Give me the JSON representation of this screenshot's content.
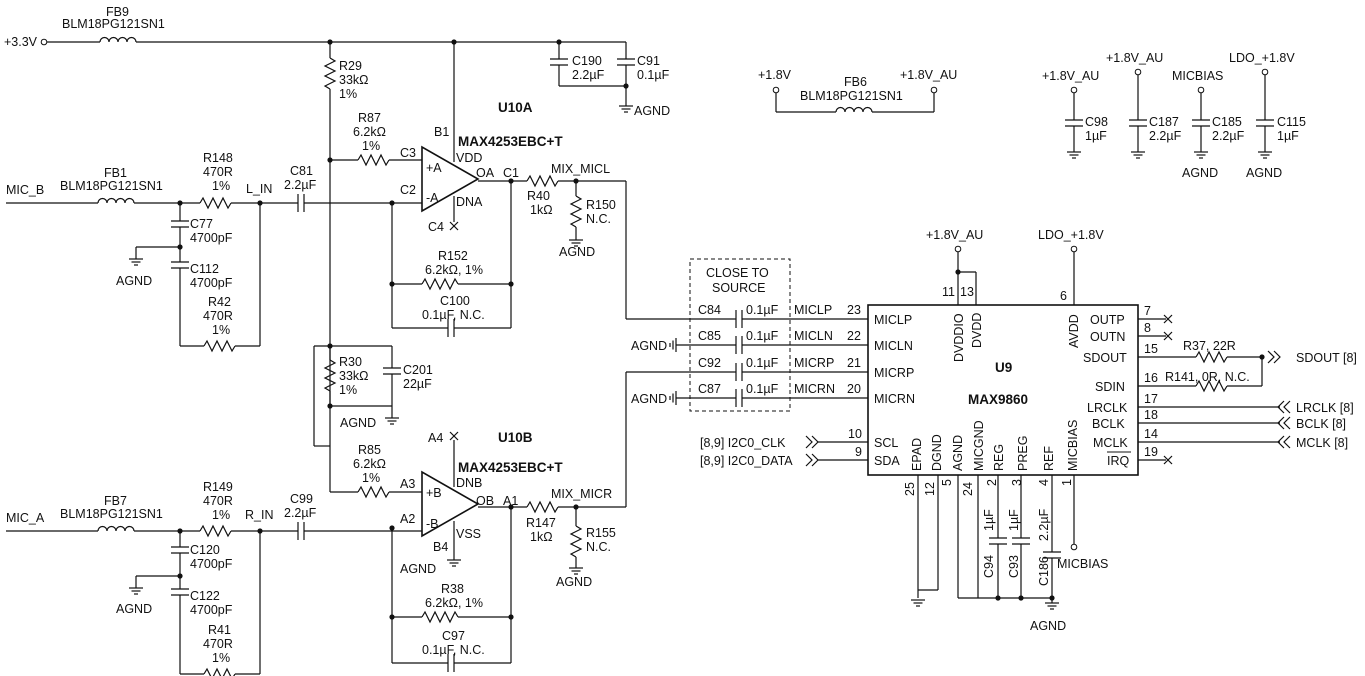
{
  "nets": {
    "p33v": "+3.3V",
    "mic_b": "MIC_B",
    "mic_a": "MIC_A",
    "l_in": "L_IN",
    "r_in": "R_IN",
    "mix_micl": "MIX_MICL",
    "mix_micr": "MIX_MICR",
    "p18v": "+1.8V",
    "p18v_au": "+1.8V_AU",
    "ldo_18v": "LDO_+1.8V",
    "micbias": "MICBIAS",
    "agnd": "AGND",
    "close_to": "CLOSE TO",
    "source": "SOURCE",
    "i2c0_clk": "[8,9] I2C0_CLK",
    "i2c0_data": "[8,9] I2C0_DATA",
    "sdout_ref": "SDOUT [8]",
    "lrclk_ref": "LRCLK [8]",
    "bclk_ref": "BCLK [8]",
    "mclk_ref": "MCLK [8]"
  },
  "components": {
    "fb9": {
      "ref": "FB9",
      "value": "BLM18PG121SN1"
    },
    "fb1": {
      "ref": "FB1",
      "value": "BLM18PG121SN1"
    },
    "fb7": {
      "ref": "FB7",
      "value": "BLM18PG121SN1"
    },
    "fb6": {
      "ref": "FB6",
      "value": "BLM18PG121SN1"
    },
    "r29": {
      "ref": "R29",
      "value": "33kΩ",
      "tol": "1%"
    },
    "r30": {
      "ref": "R30",
      "value": "33kΩ",
      "tol": "1%"
    },
    "r87": {
      "ref": "R87",
      "value": "6.2kΩ",
      "tol": "1%"
    },
    "r85": {
      "ref": "R85",
      "value": "6.2kΩ",
      "tol": "1%"
    },
    "r148": {
      "ref": "R148",
      "value": "470R",
      "tol": "1%"
    },
    "r149": {
      "ref": "R149",
      "value": "470R",
      "tol": "1%"
    },
    "r42": {
      "ref": "R42",
      "value": "470R",
      "tol": "1%"
    },
    "r41": {
      "ref": "R41",
      "value": "470R",
      "tol": "1%"
    },
    "r40": {
      "ref": "R40",
      "value": "1kΩ"
    },
    "r147": {
      "ref": "R147",
      "value": "1kΩ"
    },
    "r150": {
      "ref": "R150",
      "value": "N.C."
    },
    "r155": {
      "ref": "R155",
      "value": "N.C."
    },
    "r152": {
      "ref": "R152",
      "value": "6.2kΩ, 1%"
    },
    "r38": {
      "ref": "R38",
      "value": "6.2kΩ, 1%"
    },
    "r37": {
      "ref": "R37, 22R"
    },
    "r141": {
      "ref": "R141, 0R, N.C."
    },
    "c190": {
      "ref": "C190",
      "value": "2.2µF"
    },
    "c91": {
      "ref": "C91",
      "value": "0.1µF"
    },
    "c81": {
      "ref": "C81",
      "value": "2.2µF"
    },
    "c99": {
      "ref": "C99",
      "value": "2.2µF"
    },
    "c77": {
      "ref": "C77",
      "value": "4700pF"
    },
    "c112": {
      "ref": "C112",
      "value": "4700pF"
    },
    "c120": {
      "ref": "C120",
      "value": "4700pF"
    },
    "c122": {
      "ref": "C122",
      "value": "4700pF"
    },
    "c100": {
      "ref": "C100",
      "value": "0.1µF, N.C."
    },
    "c97": {
      "ref": "C97",
      "value": "0.1µF, N.C."
    },
    "c201": {
      "ref": "C201",
      "value": "22µF"
    },
    "c84": {
      "ref": "C84",
      "value": "0.1µF"
    },
    "c85": {
      "ref": "C85",
      "value": "0.1µF"
    },
    "c92": {
      "ref": "C92",
      "value": "0.1µF"
    },
    "c87": {
      "ref": "C87",
      "value": "0.1µF"
    },
    "c98": {
      "ref": "C98",
      "value": "1µF"
    },
    "c187": {
      "ref": "C187",
      "value": "2.2µF"
    },
    "c185": {
      "ref": "C185",
      "value": "2.2µF"
    },
    "c115": {
      "ref": "C115",
      "value": "1µF"
    },
    "c94": {
      "ref": "C94",
      "value": "1µF"
    },
    "c93": {
      "ref": "C93",
      "value": "1µF"
    },
    "c186": {
      "ref": "C186",
      "value": "2.2µF"
    }
  },
  "opamps": {
    "u10a": {
      "ref": "U10A",
      "part": "MAX4253EBC+T",
      "pins": {
        "b1": "B1",
        "c3": "C3",
        "c2": "C2",
        "c1": "C1",
        "c4": "C4",
        "pa": "+A",
        "ma": "-A",
        "oa": "OA",
        "vdd": "VDD",
        "dna": "DNA"
      }
    },
    "u10b": {
      "ref": "U10B",
      "part": "MAX4253EBC+T",
      "pins": {
        "a4": "A4",
        "a3": "A3",
        "a2": "A2",
        "a1": "A1",
        "b4": "B4",
        "pb": "+B",
        "mb": "-B",
        "ob": "OB",
        "vss": "VSS",
        "dnb": "DNB"
      }
    }
  },
  "ic": {
    "ref": "U9",
    "part": "MAX9860",
    "left_pins": [
      {
        "num": "23",
        "name": "MICLP",
        "net": "MICLP"
      },
      {
        "num": "22",
        "name": "MICLN",
        "net": "MICLN"
      },
      {
        "num": "21",
        "name": "MICRP",
        "net": "MICRP"
      },
      {
        "num": "20",
        "name": "MICRN",
        "net": "MICRN"
      },
      {
        "num": "10",
        "name": "SCL"
      },
      {
        "num": "9",
        "name": "SDA"
      }
    ],
    "right_pins": [
      {
        "num": "7",
        "name": "OUTP"
      },
      {
        "num": "8",
        "name": "OUTN"
      },
      {
        "num": "15",
        "name": "SDOUT"
      },
      {
        "num": "16",
        "name": "SDIN"
      },
      {
        "num": "17",
        "name": "LRCLK"
      },
      {
        "num": "18",
        "name": "BCLK"
      },
      {
        "num": "14",
        "name": "MCLK"
      },
      {
        "num": "19",
        "name": "IRQ"
      }
    ],
    "top_pins": [
      {
        "num": "11",
        "name": "DVDDIO"
      },
      {
        "num": "13",
        "name": "DVDD"
      },
      {
        "num": "6",
        "name": "AVDD"
      }
    ],
    "bottom_pins": [
      {
        "num": "25",
        "name": "EPAD"
      },
      {
        "num": "12",
        "name": "DGND"
      },
      {
        "num": "5",
        "name": "AGND"
      },
      {
        "num": "24",
        "name": "MICGND"
      },
      {
        "num": "2",
        "name": "REG"
      },
      {
        "num": "3",
        "name": "PREG"
      },
      {
        "num": "4",
        "name": "REF"
      },
      {
        "num": "1",
        "name": "MICBIAS"
      }
    ]
  }
}
